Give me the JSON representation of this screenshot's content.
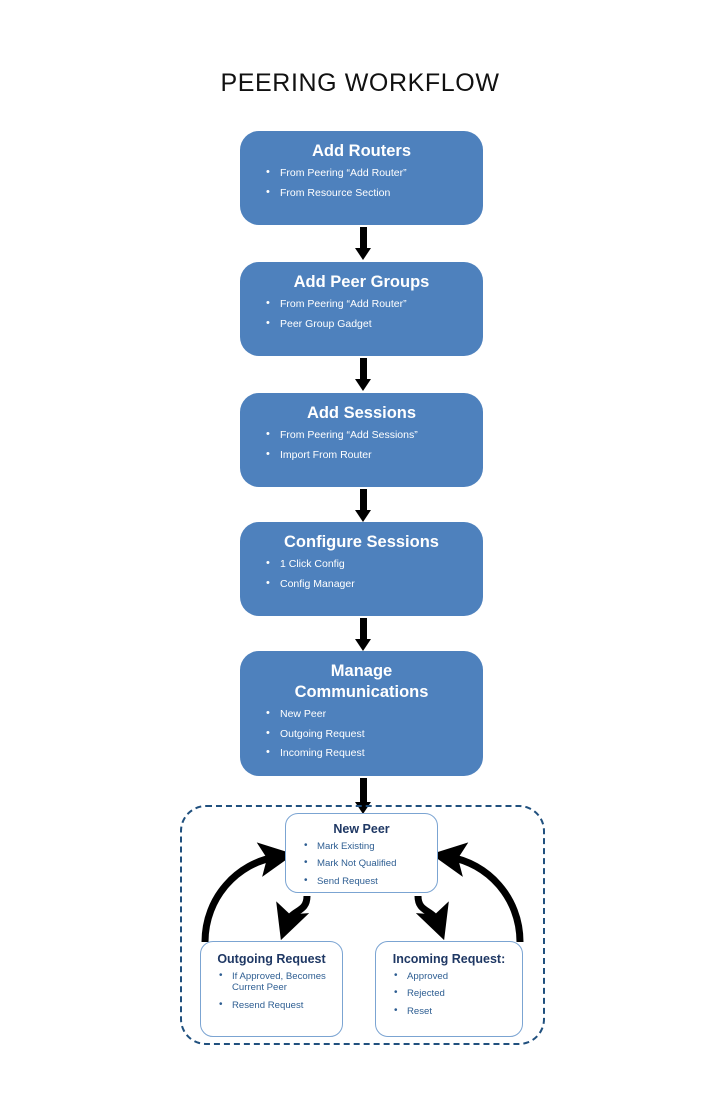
{
  "title": "PEERING WORKFLOW",
  "colors": {
    "box_fill": "#4E81BD",
    "box_text": "#FFFFFF",
    "dashed_border": "#20507E",
    "sub_box_border": "#7BA4D2",
    "sub_title_text": "#1F3864",
    "sub_body_text": "#2E5E92",
    "arrow": "#000000",
    "page_background": "#FFFFFF"
  },
  "flow": {
    "steps": [
      {
        "id": "add-routers",
        "title": "Add Routers",
        "items": [
          "From  Peering “Add Router”",
          "From Resource Section"
        ]
      },
      {
        "id": "add-peer-groups",
        "title": "Add Peer Groups",
        "items": [
          "From  Peering “Add Router”",
          "Peer Group Gadget"
        ]
      },
      {
        "id": "add-sessions",
        "title": "Add Sessions",
        "items": [
          "From  Peering “Add Sessions”",
          "Import  From Router"
        ]
      },
      {
        "id": "configure-sessions",
        "title": "Configure Sessions",
        "items": [
          "1 Click Config",
          "Config Manager"
        ]
      },
      {
        "id": "manage-communications",
        "title_line1": "Manage",
        "title_line2": "Communications",
        "title": "Manage Communications",
        "items": [
          "New Peer",
          "Outgoing Request",
          "Incoming Request"
        ]
      }
    ]
  },
  "communications_group": {
    "new_peer": {
      "title": "New Peer",
      "items": [
        "Mark Existing",
        "Mark Not Qualified",
        "Send Request"
      ]
    },
    "outgoing_request": {
      "title": "Outgoing Request",
      "items": [
        "If Approved, Becomes Current Peer",
        "Resend Request"
      ]
    },
    "incoming_request": {
      "title": "Incoming Request:",
      "items": [
        "Approved",
        "Rejected",
        "Reset"
      ]
    }
  }
}
